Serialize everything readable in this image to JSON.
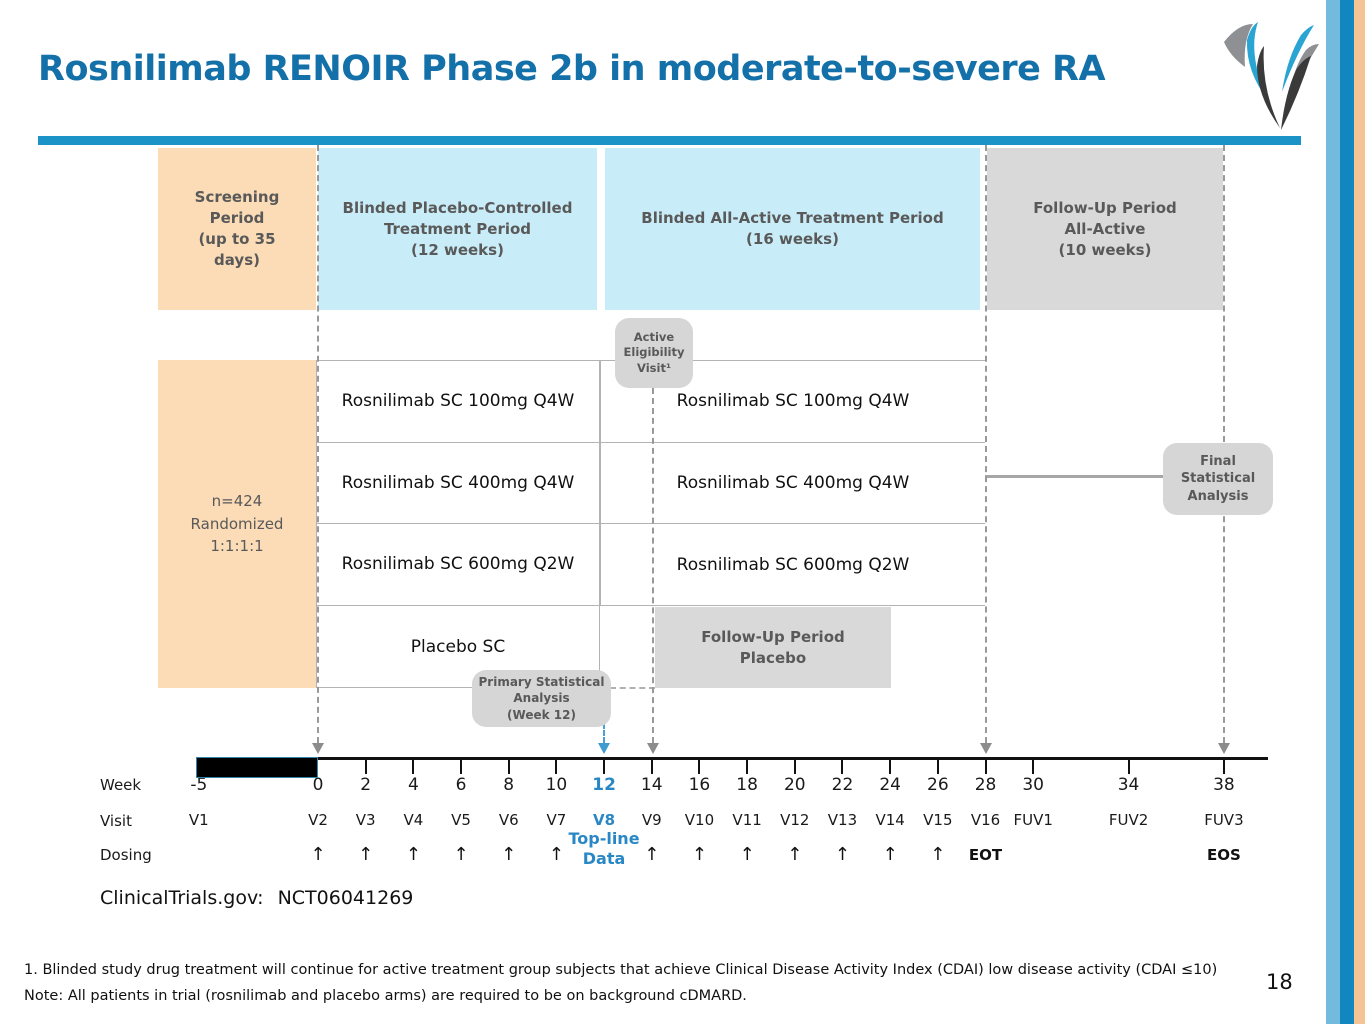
{
  "header": {
    "title": "Rosnilimab RENOIR Phase 2b in moderate-to-severe RA",
    "logo_icon": "anaptysbio-logo"
  },
  "periods": {
    "screening": "Screening\nPeriod\n(up to 35\ndays)",
    "placebo_controlled": "Blinded Placebo-Controlled\nTreatment Period\n(12 weeks)",
    "all_active": "Blinded All-Active Treatment Period\n(16 weeks)",
    "followup": "Follow-Up Period\nAll-Active\n(10 weeks)"
  },
  "randomization": "n=424\nRandomized\n1:1:1:1",
  "arms": {
    "left": [
      "Rosnilimab SC 100mg Q4W",
      "Rosnilimab SC 400mg Q4W",
      "Rosnilimab SC 600mg Q2W",
      "Placebo SC"
    ],
    "right": [
      "Rosnilimab SC 100mg Q4W",
      "Rosnilimab SC 400mg Q4W",
      "Rosnilimab SC 600mg Q2W"
    ],
    "placebo_followup": "Follow-Up Period\nPlacebo"
  },
  "callouts": {
    "eligibility": "Active\nEligibility\nVisit¹",
    "primary": "Primary Statistical\nAnalysis\n(Week 12)",
    "final": "Final\nStatistical\nAnalysis"
  },
  "timeline": {
    "week_row_label": "Week",
    "visit_row_label": "Visit",
    "dosing_row_label": "Dosing",
    "topline": "Top-line\nData",
    "entries": [
      {
        "week": -5,
        "week_label": "-5",
        "visit": "V1",
        "dosing": "",
        "tick": false,
        "accent": false
      },
      {
        "week": 0,
        "week_label": "0",
        "visit": "V2",
        "dosing": "arrow",
        "tick": false,
        "accent": false
      },
      {
        "week": 2,
        "week_label": "2",
        "visit": "V3",
        "dosing": "arrow",
        "tick": true,
        "accent": false
      },
      {
        "week": 4,
        "week_label": "4",
        "visit": "V4",
        "dosing": "arrow",
        "tick": true,
        "accent": false
      },
      {
        "week": 6,
        "week_label": "6",
        "visit": "V5",
        "dosing": "arrow",
        "tick": true,
        "accent": false
      },
      {
        "week": 8,
        "week_label": "8",
        "visit": "V6",
        "dosing": "arrow",
        "tick": true,
        "accent": false
      },
      {
        "week": 10,
        "week_label": "10",
        "visit": "V7",
        "dosing": "arrow",
        "tick": true,
        "accent": false
      },
      {
        "week": 12,
        "week_label": "12",
        "visit": "V8",
        "dosing": "",
        "tick": true,
        "accent": true
      },
      {
        "week": 14,
        "week_label": "14",
        "visit": "V9",
        "dosing": "arrow",
        "tick": true,
        "accent": false
      },
      {
        "week": 16,
        "week_label": "16",
        "visit": "V10",
        "dosing": "arrow",
        "tick": true,
        "accent": false
      },
      {
        "week": 18,
        "week_label": "18",
        "visit": "V11",
        "dosing": "arrow",
        "tick": true,
        "accent": false
      },
      {
        "week": 20,
        "week_label": "20",
        "visit": "V12",
        "dosing": "arrow",
        "tick": true,
        "accent": false
      },
      {
        "week": 22,
        "week_label": "22",
        "visit": "V13",
        "dosing": "arrow",
        "tick": true,
        "accent": false
      },
      {
        "week": 24,
        "week_label": "24",
        "visit": "V14",
        "dosing": "arrow",
        "tick": true,
        "accent": false
      },
      {
        "week": 26,
        "week_label": "26",
        "visit": "V15",
        "dosing": "arrow",
        "tick": true,
        "accent": false
      },
      {
        "week": 28,
        "week_label": "28",
        "visit": "V16",
        "dosing": "EOT",
        "tick": true,
        "accent": false
      },
      {
        "week": 30,
        "week_label": "30",
        "visit": "FUV1",
        "dosing": "",
        "tick": true,
        "accent": false
      },
      {
        "week": 34,
        "week_label": "34",
        "visit": "FUV2",
        "dosing": "",
        "tick": true,
        "accent": false
      },
      {
        "week": 38,
        "week_label": "38",
        "visit": "FUV3",
        "dosing": "EOS",
        "tick": true,
        "accent": false
      }
    ]
  },
  "registry": {
    "label": "ClinicalTrials.gov:",
    "value": "NCT06041269"
  },
  "footnotes": [
    "1. Blinded study drug treatment will continue for active treatment group subjects that achieve Clinical Disease Activity Index (CDAI) low disease activity (CDAI ≤10)",
    "Note: All patients in trial (rosnilimab and placebo arms) are required to be on background cDMARD."
  ],
  "page_number": "18",
  "colors": {
    "title_blue": "#1470a8",
    "header_bar_blue": "#1b93c6",
    "accent_blue": "#2987c5",
    "peach": "#fbdcb7",
    "cyan": "#c9edf8",
    "gray_box": "#d9d9d9"
  }
}
